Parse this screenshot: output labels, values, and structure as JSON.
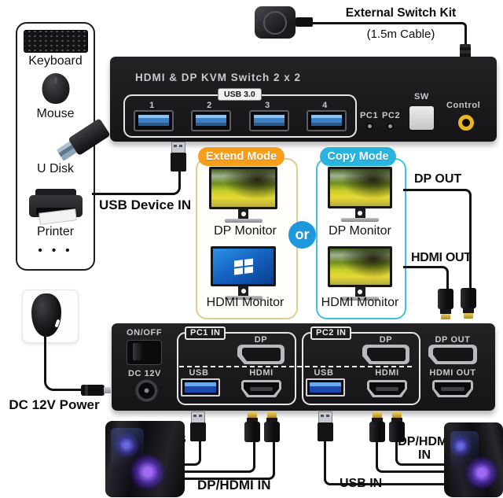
{
  "peripherals": {
    "items": [
      {
        "label": "Keyboard"
      },
      {
        "label": "Mouse"
      },
      {
        "label": "U Disk"
      },
      {
        "label": "Printer"
      }
    ],
    "more": "• • •"
  },
  "switch_kit": {
    "title": "External Switch Kit",
    "subtitle": "(1.5m Cable)"
  },
  "front_device": {
    "title": "HDMI & DP KVM Switch 2 x 2",
    "usb_badge": "USB 3.0",
    "ports": [
      "1",
      "2",
      "3",
      "4"
    ],
    "led_labels": [
      "PC1",
      "PC2"
    ],
    "sw_label": "SW",
    "control_label": "Control"
  },
  "connections": {
    "usb_device_in": "USB Device IN",
    "dp_out": "DP OUT",
    "hdmi_out": "HDMI OUT",
    "dc_power": "DC 12V Power",
    "usb_in_left": "USB IN",
    "dp_hdmi_in_left": "DP/HDMI IN",
    "usb_in_right": "USB IN",
    "dp_hdmi_in_right": "DP/HDMI IN"
  },
  "modes": {
    "or_label": "or",
    "extend": {
      "badge": "Extend Mode",
      "monitors": [
        {
          "label": "DP Monitor"
        },
        {
          "label": "HDMI Monitor"
        }
      ]
    },
    "copy": {
      "badge": "Copy Mode",
      "monitors": [
        {
          "label": "DP Monitor"
        },
        {
          "label": "HDMI Monitor"
        }
      ]
    }
  },
  "rear_device": {
    "on_off": "ON/OFF",
    "dc_label": "DC 12V",
    "groups": [
      {
        "label": "PC1 IN",
        "dp": "DP",
        "usb": "USB",
        "hdmi": "HDMI"
      },
      {
        "label": "PC2 IN",
        "dp": "DP",
        "usb": "USB",
        "hdmi": "HDMI"
      }
    ],
    "dp_out": "DP OUT",
    "hdmi_out": "HDMI OUT"
  },
  "colors": {
    "extend_badge": "#f89e1b",
    "extend_border": "#d8d190",
    "copy_badge": "#27b4e0",
    "copy_border": "#3fc2e2",
    "or_circle": "#1f97dd",
    "control_ring": "#e8b61e"
  }
}
